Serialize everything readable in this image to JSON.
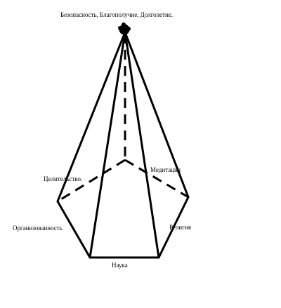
{
  "labels": {
    "apex": "Безопасность, Благополучие, Долголетие.",
    "healing": "Целительство.",
    "meditation": "Медитация",
    "organization": "Организованность",
    "religion": "Религия",
    "science": "Наука"
  },
  "colors": {
    "stroke": "#000000",
    "background": "#ffffff"
  }
}
